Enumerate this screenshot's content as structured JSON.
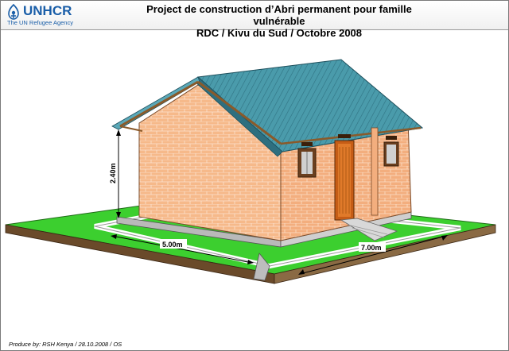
{
  "header": {
    "logo_word": "UNHCR",
    "logo_sub": "The UN Refugee Agency",
    "title_line1": "Project de construction d’Abri permanent pour famille vulnérable",
    "title_line2": "RDC / Kivu du Sud / Octobre 2008"
  },
  "dimensions": {
    "height": "2.40m",
    "width": "5.00m",
    "length": "7.00m"
  },
  "footer": {
    "credit": "Produce by:  RSH Kenya / 28.10.2008 / OS"
  },
  "colors": {
    "brand": "#1a5ea8",
    "grass": "#39d12e",
    "brick": "#f4b183",
    "roof": "#3f8fa0",
    "door": "#c65d16"
  }
}
